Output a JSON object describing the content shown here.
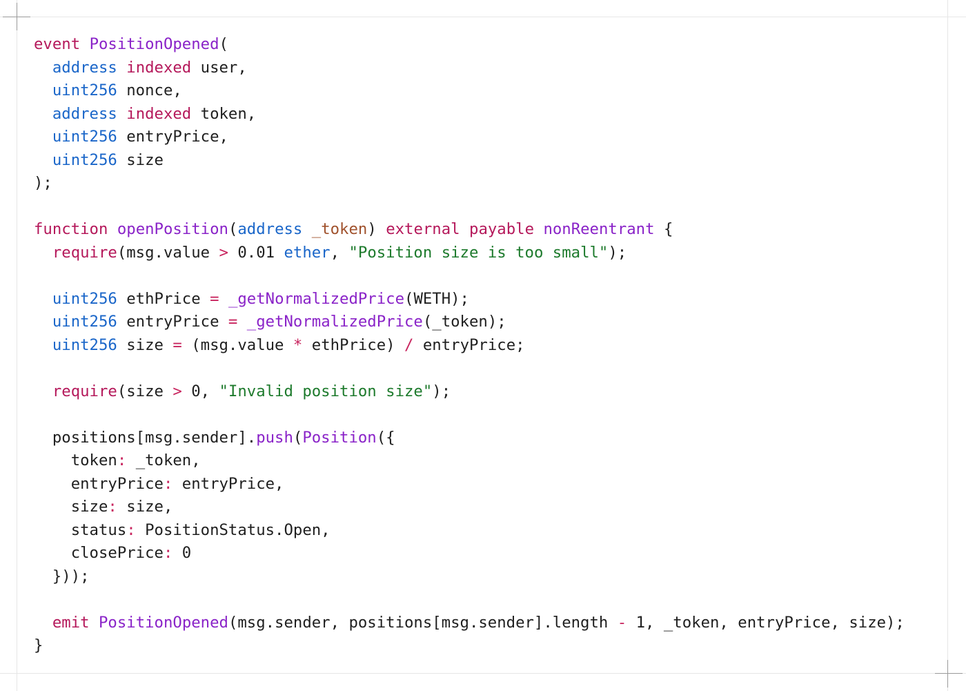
{
  "colors": {
    "plain": "#1f1f1f",
    "keyword": "#b5195b",
    "type": "#1a66c9",
    "function": "#8a23c8",
    "string": "#1d7a2c",
    "operator": "#c8245e",
    "param": "#a0522d"
  },
  "code": {
    "lines": [
      [
        {
          "t": "event",
          "c": "keyword"
        },
        {
          "t": " ",
          "c": "plain"
        },
        {
          "t": "PositionOpened",
          "c": "function"
        },
        {
          "t": "(",
          "c": "plain"
        }
      ],
      [
        {
          "t": "  ",
          "c": "plain"
        },
        {
          "t": "address",
          "c": "type"
        },
        {
          "t": " ",
          "c": "plain"
        },
        {
          "t": "indexed",
          "c": "keyword"
        },
        {
          "t": " user,",
          "c": "plain"
        }
      ],
      [
        {
          "t": "  ",
          "c": "plain"
        },
        {
          "t": "uint256",
          "c": "type"
        },
        {
          "t": " nonce,",
          "c": "plain"
        }
      ],
      [
        {
          "t": "  ",
          "c": "plain"
        },
        {
          "t": "address",
          "c": "type"
        },
        {
          "t": " ",
          "c": "plain"
        },
        {
          "t": "indexed",
          "c": "keyword"
        },
        {
          "t": " token,",
          "c": "plain"
        }
      ],
      [
        {
          "t": "  ",
          "c": "plain"
        },
        {
          "t": "uint256",
          "c": "type"
        },
        {
          "t": " entryPrice,",
          "c": "plain"
        }
      ],
      [
        {
          "t": "  ",
          "c": "plain"
        },
        {
          "t": "uint256",
          "c": "type"
        },
        {
          "t": " size",
          "c": "plain"
        }
      ],
      [
        {
          "t": ");",
          "c": "plain"
        }
      ],
      [],
      [
        {
          "t": "function",
          "c": "keyword"
        },
        {
          "t": " ",
          "c": "plain"
        },
        {
          "t": "openPosition",
          "c": "function"
        },
        {
          "t": "(",
          "c": "plain"
        },
        {
          "t": "address",
          "c": "type"
        },
        {
          "t": " ",
          "c": "plain"
        },
        {
          "t": "_token",
          "c": "param"
        },
        {
          "t": ") ",
          "c": "plain"
        },
        {
          "t": "external",
          "c": "keyword"
        },
        {
          "t": " ",
          "c": "plain"
        },
        {
          "t": "payable",
          "c": "keyword"
        },
        {
          "t": " ",
          "c": "plain"
        },
        {
          "t": "nonReentrant",
          "c": "function"
        },
        {
          "t": " {",
          "c": "plain"
        }
      ],
      [
        {
          "t": "  ",
          "c": "plain"
        },
        {
          "t": "require",
          "c": "keyword"
        },
        {
          "t": "(msg.value ",
          "c": "plain"
        },
        {
          "t": ">",
          "c": "operator"
        },
        {
          "t": " 0.01 ",
          "c": "plain"
        },
        {
          "t": "ether",
          "c": "type"
        },
        {
          "t": ", ",
          "c": "plain"
        },
        {
          "t": "\"Position size is too small\"",
          "c": "string"
        },
        {
          "t": ");",
          "c": "plain"
        }
      ],
      [],
      [
        {
          "t": "  ",
          "c": "plain"
        },
        {
          "t": "uint256",
          "c": "type"
        },
        {
          "t": " ethPrice ",
          "c": "plain"
        },
        {
          "t": "=",
          "c": "operator"
        },
        {
          "t": " ",
          "c": "plain"
        },
        {
          "t": "_getNormalizedPrice",
          "c": "function"
        },
        {
          "t": "(WETH);",
          "c": "plain"
        }
      ],
      [
        {
          "t": "  ",
          "c": "plain"
        },
        {
          "t": "uint256",
          "c": "type"
        },
        {
          "t": " entryPrice ",
          "c": "plain"
        },
        {
          "t": "=",
          "c": "operator"
        },
        {
          "t": " ",
          "c": "plain"
        },
        {
          "t": "_getNormalizedPrice",
          "c": "function"
        },
        {
          "t": "(_token);",
          "c": "plain"
        }
      ],
      [
        {
          "t": "  ",
          "c": "plain"
        },
        {
          "t": "uint256",
          "c": "type"
        },
        {
          "t": " size ",
          "c": "plain"
        },
        {
          "t": "=",
          "c": "operator"
        },
        {
          "t": " (msg.value ",
          "c": "plain"
        },
        {
          "t": "*",
          "c": "operator"
        },
        {
          "t": " ethPrice) ",
          "c": "plain"
        },
        {
          "t": "/",
          "c": "operator"
        },
        {
          "t": " entryPrice;",
          "c": "plain"
        }
      ],
      [],
      [
        {
          "t": "  ",
          "c": "plain"
        },
        {
          "t": "require",
          "c": "keyword"
        },
        {
          "t": "(size ",
          "c": "plain"
        },
        {
          "t": ">",
          "c": "operator"
        },
        {
          "t": " 0, ",
          "c": "plain"
        },
        {
          "t": "\"Invalid position size\"",
          "c": "string"
        },
        {
          "t": ");",
          "c": "plain"
        }
      ],
      [],
      [
        {
          "t": "  positions[msg.sender].",
          "c": "plain"
        },
        {
          "t": "push",
          "c": "function"
        },
        {
          "t": "(",
          "c": "plain"
        },
        {
          "t": "Position",
          "c": "function"
        },
        {
          "t": "({",
          "c": "plain"
        }
      ],
      [
        {
          "t": "    token",
          "c": "plain"
        },
        {
          "t": ":",
          "c": "operator"
        },
        {
          "t": " _token,",
          "c": "plain"
        }
      ],
      [
        {
          "t": "    entryPrice",
          "c": "plain"
        },
        {
          "t": ":",
          "c": "operator"
        },
        {
          "t": " entryPrice,",
          "c": "plain"
        }
      ],
      [
        {
          "t": "    size",
          "c": "plain"
        },
        {
          "t": ":",
          "c": "operator"
        },
        {
          "t": " size,",
          "c": "plain"
        }
      ],
      [
        {
          "t": "    status",
          "c": "plain"
        },
        {
          "t": ":",
          "c": "operator"
        },
        {
          "t": " PositionStatus.Open,",
          "c": "plain"
        }
      ],
      [
        {
          "t": "    closePrice",
          "c": "plain"
        },
        {
          "t": ":",
          "c": "operator"
        },
        {
          "t": " 0",
          "c": "plain"
        }
      ],
      [
        {
          "t": "  }));",
          "c": "plain"
        }
      ],
      [],
      [
        {
          "t": "  ",
          "c": "plain"
        },
        {
          "t": "emit",
          "c": "keyword"
        },
        {
          "t": " ",
          "c": "plain"
        },
        {
          "t": "PositionOpened",
          "c": "function"
        },
        {
          "t": "(msg.sender, positions[msg.sender].length ",
          "c": "plain"
        },
        {
          "t": "-",
          "c": "operator"
        },
        {
          "t": " 1, _token, entryPrice, size);",
          "c": "plain"
        }
      ],
      [
        {
          "t": "}",
          "c": "plain"
        }
      ]
    ]
  }
}
